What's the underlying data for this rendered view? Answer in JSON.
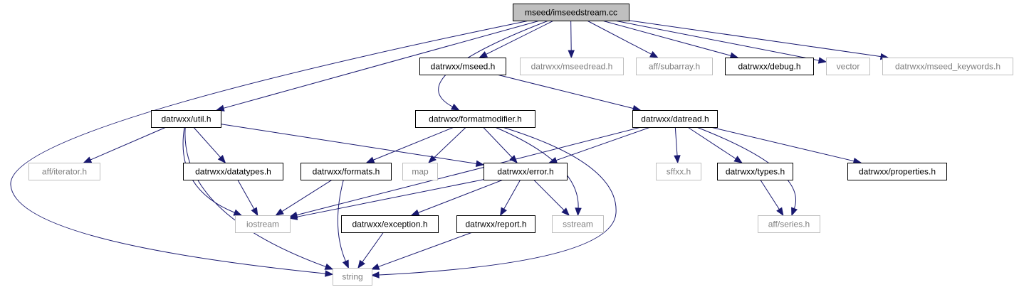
{
  "colors": {
    "edge": "#191970",
    "root_fill": "#bfbfbf",
    "documented_border": "#000000",
    "external_border": "#bfbfbf",
    "external_text": "#7f7f7f"
  },
  "nodes": {
    "root": {
      "label": "mseed/imseedstream.cc",
      "kind": "root"
    },
    "mseed_h": {
      "label": "datrwxx/mseed.h",
      "kind": "documented"
    },
    "mseedread_h": {
      "label": "datrwxx/mseedread.h",
      "kind": "external"
    },
    "subarray_h": {
      "label": "aff/subarray.h",
      "kind": "external"
    },
    "debug_h": {
      "label": "datrwxx/debug.h",
      "kind": "documented"
    },
    "vector": {
      "label": "vector",
      "kind": "external"
    },
    "mseed_keywords_h": {
      "label": "datrwxx/mseed_keywords.h",
      "kind": "external"
    },
    "util_h": {
      "label": "datrwxx/util.h",
      "kind": "documented"
    },
    "formatmodifier_h": {
      "label": "datrwxx/formatmodifier.h",
      "kind": "documented"
    },
    "datread_h": {
      "label": "datrwxx/datread.h",
      "kind": "documented"
    },
    "iterator_h": {
      "label": "aff/iterator.h",
      "kind": "external"
    },
    "datatypes_h": {
      "label": "datrwxx/datatypes.h",
      "kind": "documented"
    },
    "formats_h": {
      "label": "datrwxx/formats.h",
      "kind": "documented"
    },
    "map": {
      "label": "map",
      "kind": "external"
    },
    "error_h": {
      "label": "datrwxx/error.h",
      "kind": "documented"
    },
    "sffxx_h": {
      "label": "sffxx.h",
      "kind": "external"
    },
    "types_h": {
      "label": "datrwxx/types.h",
      "kind": "documented"
    },
    "properties_h": {
      "label": "datrwxx/properties.h",
      "kind": "documented"
    },
    "iostream": {
      "label": "iostream",
      "kind": "external"
    },
    "exception_h": {
      "label": "datrwxx/exception.h",
      "kind": "documented"
    },
    "report_h": {
      "label": "datrwxx/report.h",
      "kind": "documented"
    },
    "sstream": {
      "label": "sstream",
      "kind": "external"
    },
    "series_h": {
      "label": "aff/series.h",
      "kind": "external"
    },
    "string": {
      "label": "string",
      "kind": "external"
    }
  },
  "edges": [
    [
      "root",
      "mseed_h"
    ],
    [
      "root",
      "mseedread_h"
    ],
    [
      "root",
      "subarray_h"
    ],
    [
      "root",
      "debug_h"
    ],
    [
      "root",
      "vector"
    ],
    [
      "root",
      "mseed_keywords_h"
    ],
    [
      "root",
      "util_h"
    ],
    [
      "root",
      "formatmodifier_h"
    ],
    [
      "root",
      "string"
    ],
    [
      "mseed_h",
      "datread_h"
    ],
    [
      "util_h",
      "iterator_h"
    ],
    [
      "util_h",
      "datatypes_h"
    ],
    [
      "util_h",
      "iostream"
    ],
    [
      "util_h",
      "string"
    ],
    [
      "util_h",
      "error_h"
    ],
    [
      "formatmodifier_h",
      "formats_h"
    ],
    [
      "formatmodifier_h",
      "map"
    ],
    [
      "formatmodifier_h",
      "error_h"
    ],
    [
      "formatmodifier_h",
      "sstream"
    ],
    [
      "formatmodifier_h",
      "string"
    ],
    [
      "datread_h",
      "iostream"
    ],
    [
      "datread_h",
      "error_h"
    ],
    [
      "datread_h",
      "sffxx_h"
    ],
    [
      "datread_h",
      "types_h"
    ],
    [
      "datread_h",
      "properties_h"
    ],
    [
      "datread_h",
      "series_h"
    ],
    [
      "datatypes_h",
      "iostream"
    ],
    [
      "formats_h",
      "iostream"
    ],
    [
      "formats_h",
      "string"
    ],
    [
      "error_h",
      "iostream"
    ],
    [
      "error_h",
      "exception_h"
    ],
    [
      "error_h",
      "report_h"
    ],
    [
      "error_h",
      "sstream"
    ],
    [
      "types_h",
      "series_h"
    ],
    [
      "exception_h",
      "string"
    ],
    [
      "report_h",
      "string"
    ]
  ]
}
